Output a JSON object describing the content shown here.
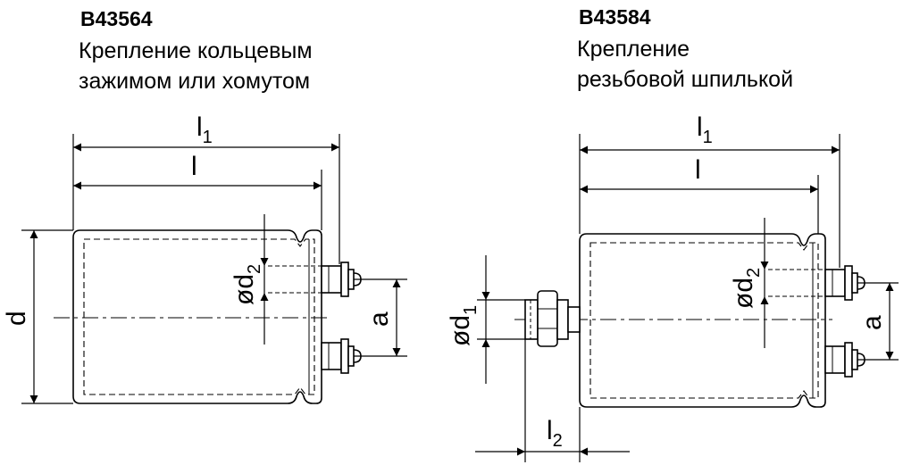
{
  "left": {
    "code": "B43564",
    "description_line1": "Крепление кольцевым",
    "description_line2": "зажимом или хомутом",
    "dims": {
      "l1": "l",
      "l1_sub": "1",
      "l": "l",
      "d": "d",
      "d2": "ød",
      "d2_sub": "2",
      "a": "a"
    }
  },
  "right": {
    "code": "B43584",
    "description_line1": "Крепление",
    "description_line2": "резьбовой шпилькой",
    "dims": {
      "l1": "l",
      "l1_sub": "1",
      "l": "l",
      "d1": "ød",
      "d1_sub": "1",
      "d2": "ød",
      "d2_sub": "2",
      "a": "a",
      "l2": "l",
      "l2_sub": "2"
    }
  }
}
